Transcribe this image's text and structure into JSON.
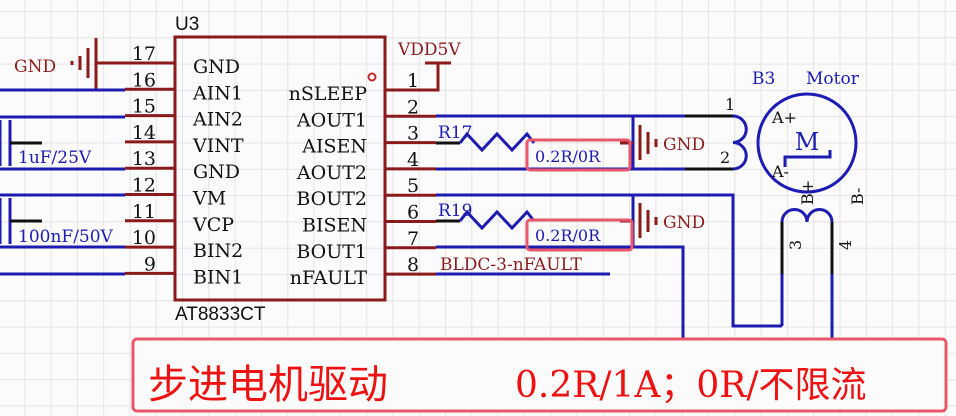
{
  "ic": {
    "designator": "U3",
    "part": "AT8833CT",
    "left_pins": [
      {
        "num": "17",
        "name": "GND"
      },
      {
        "num": "16",
        "name": "AIN1"
      },
      {
        "num": "15",
        "name": "AIN2"
      },
      {
        "num": "14",
        "name": "VINT"
      },
      {
        "num": "13",
        "name": "GND"
      },
      {
        "num": "12",
        "name": "VM"
      },
      {
        "num": "11",
        "name": "VCP"
      },
      {
        "num": "10",
        "name": "BIN2"
      },
      {
        "num": "9",
        "name": "BIN1"
      }
    ],
    "right_pins": [
      {
        "num": "1",
        "name": "nSLEEP"
      },
      {
        "num": "2",
        "name": "AOUT1"
      },
      {
        "num": "3",
        "name": "AISEN"
      },
      {
        "num": "4",
        "name": "AOUT2"
      },
      {
        "num": "5",
        "name": "BOUT2"
      },
      {
        "num": "6",
        "name": "BISEN"
      },
      {
        "num": "7",
        "name": "BOUT1"
      },
      {
        "num": "8",
        "name": "nFAULT"
      }
    ]
  },
  "power": {
    "gnd": "GND",
    "vdd": "VDD5V"
  },
  "caps": {
    "c1": "1uF/25V",
    "c2": "100nF/50V"
  },
  "resistors": [
    {
      "ref": "R17",
      "value": "0.2R/0R"
    },
    {
      "ref": "R19",
      "value": "0.2R/0R"
    }
  ],
  "net_nfault": "BLDC-3-nFAULT",
  "motor": {
    "ref": "B3",
    "type": "Motor",
    "symbol": "M",
    "a_plus": "A+",
    "a_minus": "A-",
    "b_plus": "B+",
    "b_minus": "B-",
    "pin1": "1",
    "pin2": "2",
    "pin3": "3",
    "pin4": "4"
  },
  "annotation": {
    "title": "步进电机驱动",
    "note": "0.2R/1A；0R/不限流"
  },
  "colors": {
    "pin": "#8b1a1a",
    "wire": "#1c1cb0",
    "highlight": "#e8586a"
  }
}
